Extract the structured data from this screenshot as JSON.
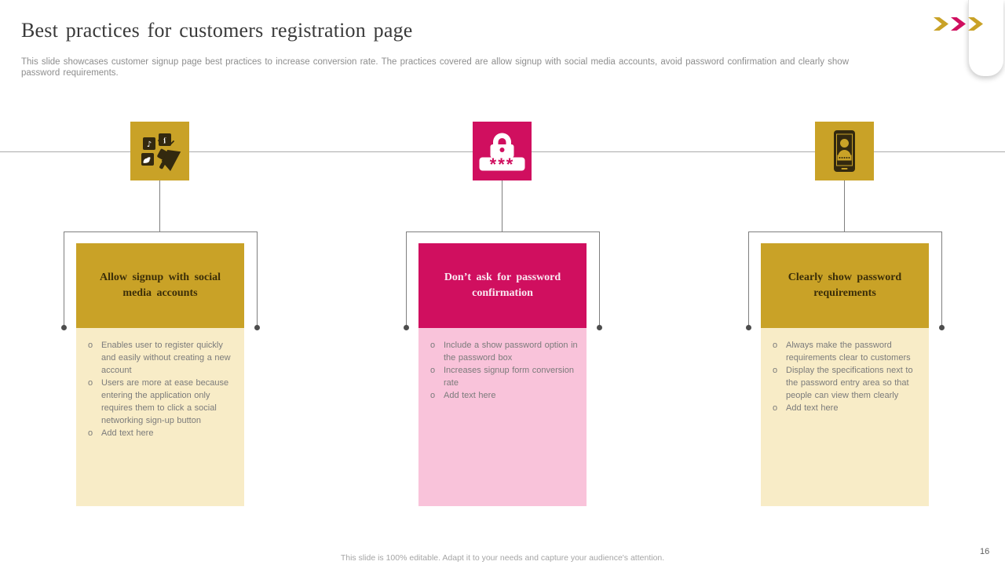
{
  "ui": {
    "bullet_marker": "o",
    "lock_asterisks": "***",
    "chevron_colors": {
      "first": "#C9A227",
      "second": "#D00F5F",
      "third": "#C9A227"
    },
    "accent_gold": "#C9A227",
    "accent_pink": "#D00F5F",
    "panel_cream": "#F8ECC7",
    "panel_pink": "#F9C3DA"
  },
  "slide": {
    "title": "Best practices for customers registration page",
    "subtitle": "This slide showcases customer signup page best practices to increase conversion rate. The practices covered are allow signup with social media accounts, avoid password confirmation and clearly show password requirements.",
    "footer": "This slide is 100% editable. Adapt it to your needs and capture your audience's attention.",
    "page_number": "16"
  },
  "columns": [
    {
      "icon": "social-media-signup-icon",
      "title": "Allow signup with social media accounts",
      "bullets": [
        "Enables user to register quickly and easily without creating a new account",
        "Users are more at ease because entering the application only requires them to click a social networking sign-up button",
        "Add text here"
      ]
    },
    {
      "icon": "password-lock-icon",
      "title": "Don’t ask for password confirmation",
      "bullets": [
        "Include a show password option in the password box",
        "Increases signup form conversion rate",
        "Add text here"
      ]
    },
    {
      "icon": "phone-registration-icon",
      "title": "Clearly show password requirements",
      "bullets": [
        "Always make the password requirements clear to customers",
        "Display the specifications next to the password entry area so that people can view them clearly",
        "Add text here"
      ]
    }
  ]
}
